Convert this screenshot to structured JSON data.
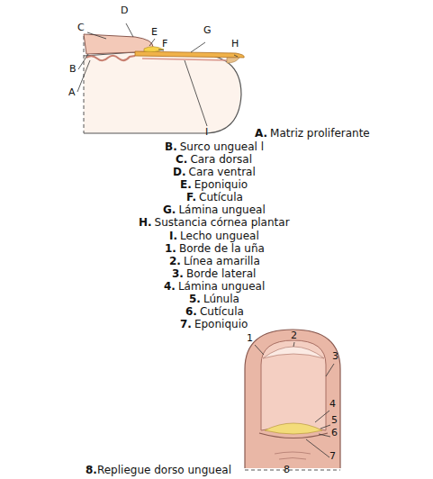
{
  "diagram": {
    "labels": [
      "A",
      "B",
      "C",
      "D",
      "E",
      "F",
      "G",
      "H",
      "I",
      "A.",
      "Matriz proliferante",
      "B.",
      "Surco ungueal l",
      "C.",
      "Cara dorsal",
      "D.",
      "Cara ventral",
      "E.",
      "Eponiquio",
      "F.",
      "Cutícula",
      "G.",
      "Lámina ungueal",
      "H.",
      "Sustancia córnea plantar",
      "I.",
      "Lecho ungueal",
      "1.",
      "Borde de la uña",
      "2.",
      "Línea amarilla",
      "3.",
      "Borde lateral",
      "4.",
      "Lámina ungueal",
      "5.",
      "Lúnula",
      "6.",
      "Cutícula",
      "7.",
      "Eponiquio",
      "1",
      "2",
      "3",
      "4",
      "5",
      "6",
      "7",
      "8",
      "8.",
      "Repliegue dorso ungueal"
    ]
  }
}
